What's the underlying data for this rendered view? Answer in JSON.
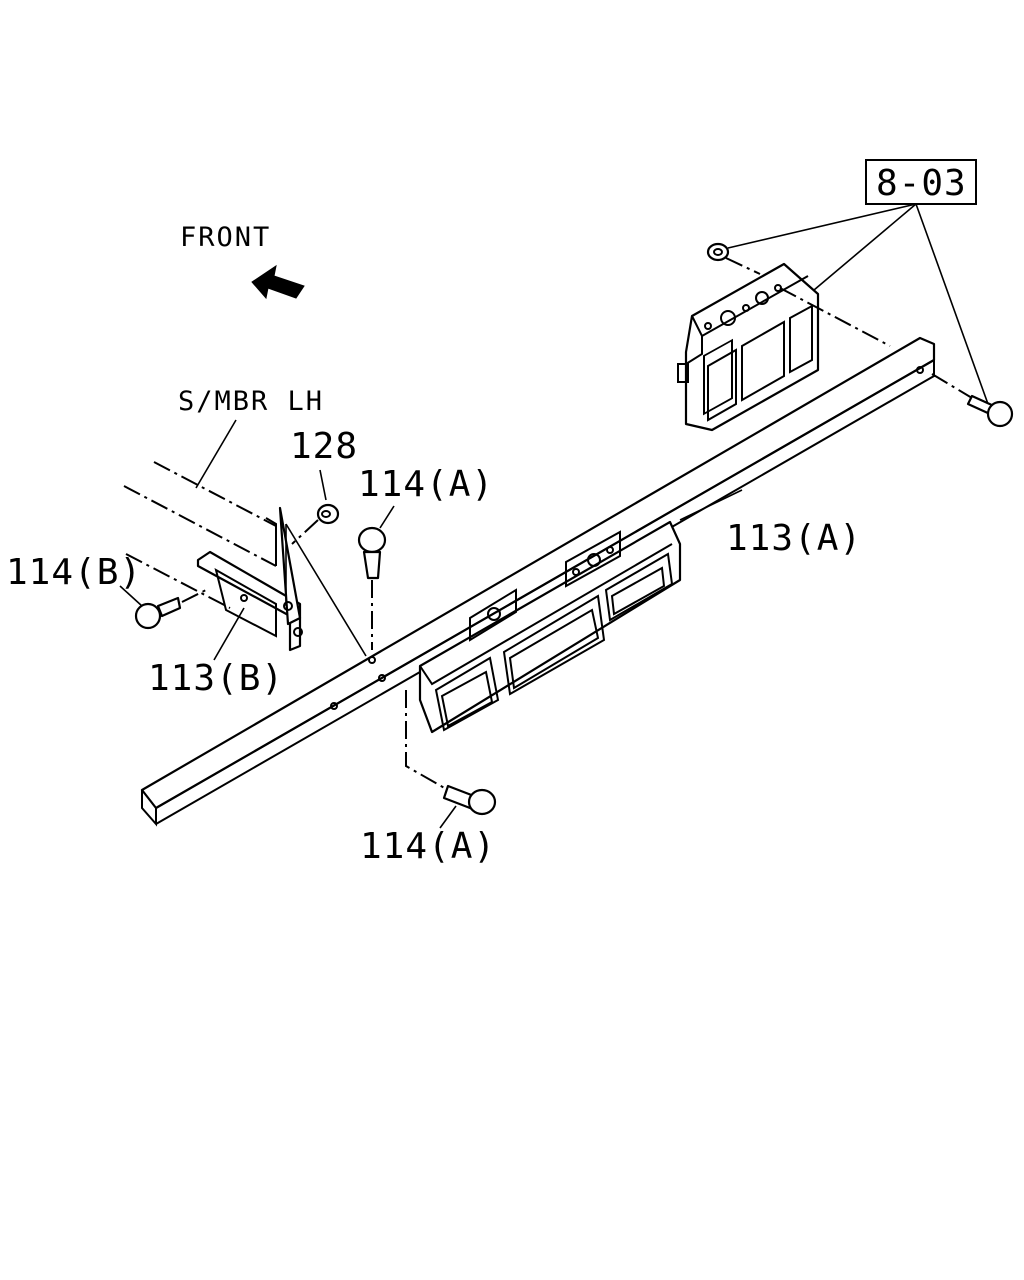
{
  "labels": {
    "front": "FRONT",
    "smbr": "S/MBR LH",
    "ref_8_03": "8-03",
    "p128": "128",
    "p114a_top": "114(A)",
    "p114b": "114(B)",
    "p113b": "113(B)",
    "p113a": "113(A)",
    "p114a_bottom": "114(A)"
  },
  "icons": {
    "front_arrow": "arrow-up-left-icon"
  }
}
